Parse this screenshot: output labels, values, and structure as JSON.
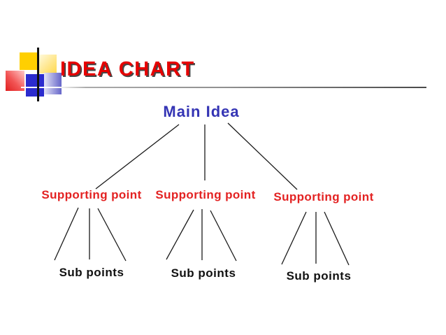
{
  "slide": {
    "title": "IDEA CHART",
    "colors": {
      "title_red": "#E60000",
      "title_shadow": "#474747",
      "main_idea_blue": "#3434B4",
      "supporting_red": "#E32222",
      "sub_point_black": "#111111",
      "connector_line": "#1A1A1A",
      "underline_gray": "#909090",
      "logo_gold": "#FFCF01",
      "logo_pale_yellow": "#FFD84D",
      "logo_red": "#E02020",
      "logo_blue": "#2B2BCE",
      "logo_light_blue": "#6565C9"
    }
  },
  "diagram": {
    "root": {
      "label": "Main Idea"
    },
    "branches": [
      {
        "label": "Supporting point",
        "sub_label": "Sub points"
      },
      {
        "label": "Supporting point",
        "sub_label": "Sub points"
      },
      {
        "label": "Supporting point",
        "sub_label": "Sub points"
      }
    ]
  }
}
